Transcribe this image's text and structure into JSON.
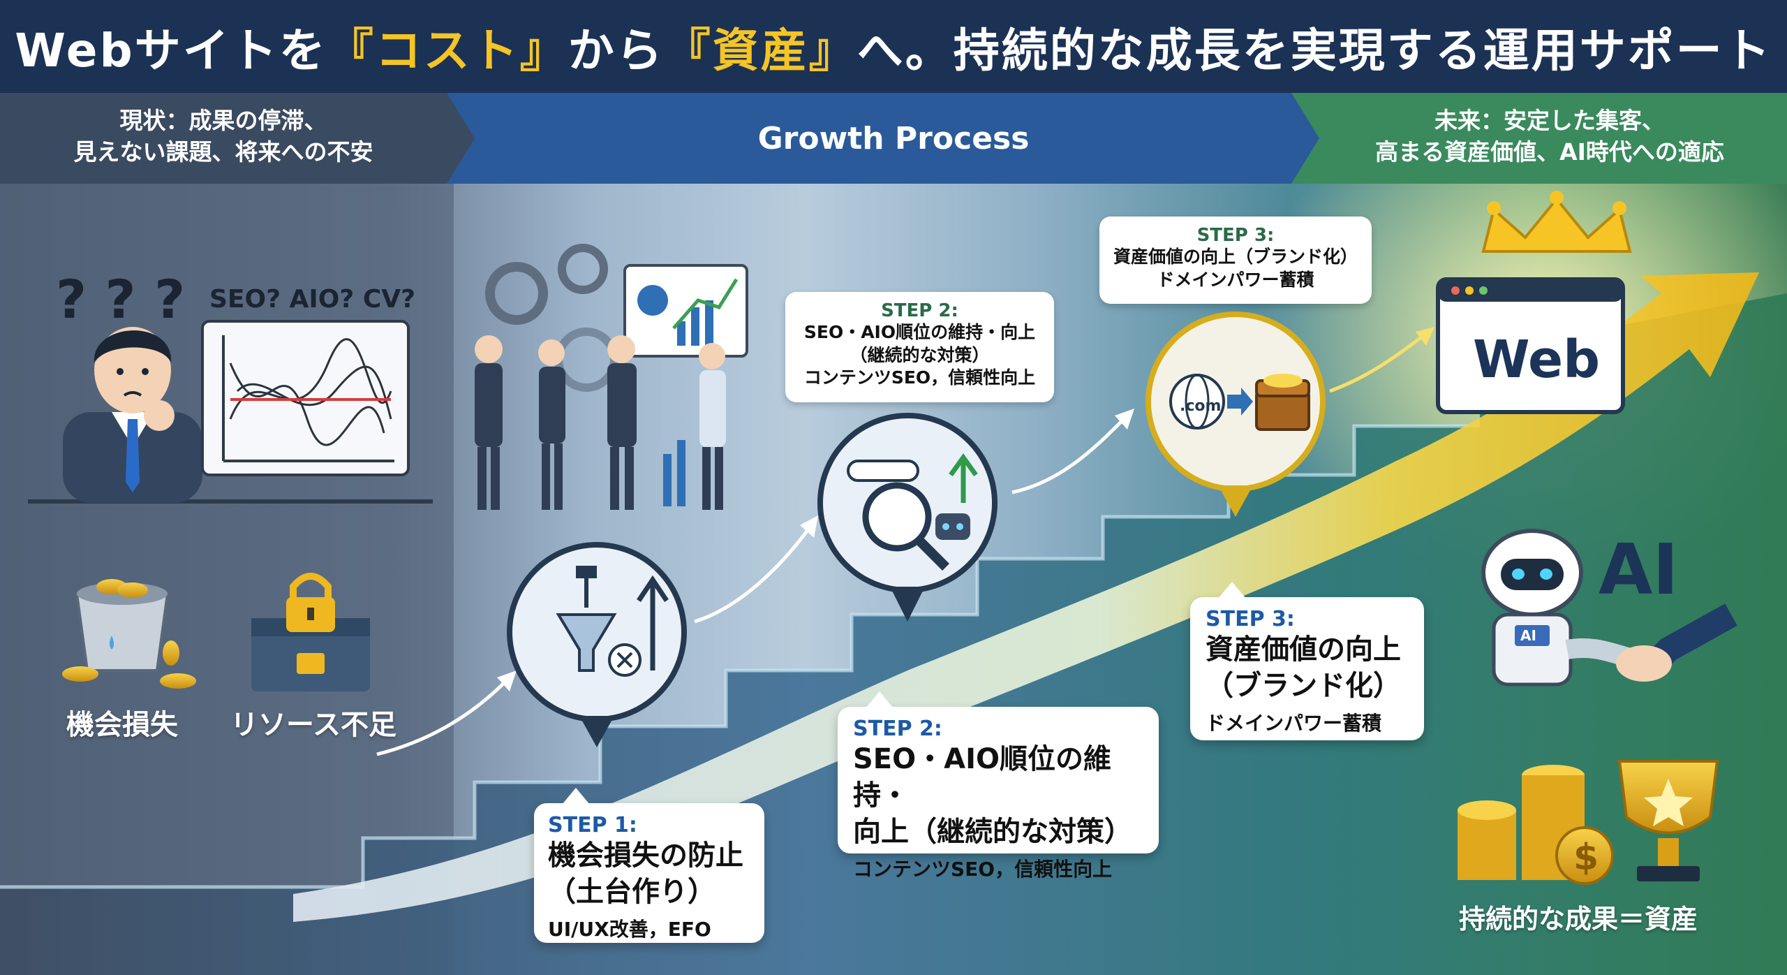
{
  "title": {
    "pre": "Webサイトを",
    "cost": "『コスト』",
    "mid": "から",
    "asset": "『資産』",
    "post": "へ。持続的な成長を実現する運用サポート"
  },
  "band": {
    "left": [
      "現状：成果の停滞、",
      "見えない課題、将来への不安"
    ],
    "middle": "Growth Process",
    "right": [
      "未来：安定した集客、",
      "高まる資産価値、AI時代への適応"
    ]
  },
  "left_panel": {
    "chart_label": "SEO? AIO? CV?",
    "question_marks": "? ? ?",
    "item1": "機会損失",
    "item2": "リソース不足"
  },
  "steps": {
    "step1": {
      "step": "STEP 1:",
      "title": [
        "機会損失の防止",
        "（土台作り）"
      ],
      "sub": "UI/UX改善，EFO"
    },
    "step2": {
      "step": "STEP 2:",
      "title": [
        "SEO・AIO順位の維持・",
        "向上（継続的な対策）"
      ],
      "sub": "コンテンツSEO，信頼性向上"
    },
    "step3": {
      "step": "STEP 3:",
      "title": [
        "資産価値の向上",
        "（ブランド化）"
      ],
      "sub": "ドメインパワー蓄積"
    }
  },
  "callouts": {
    "step2": {
      "step": "STEP 2:",
      "lines": [
        "SEO・AIO順位の維持・向上",
        "（継続的な対策）",
        "コンテンツSEO，信頼性向上"
      ]
    },
    "step3": {
      "step": "STEP 3:",
      "lines": [
        "資産価値の向上（ブランド化）",
        "ドメインパワー蓄積"
      ]
    }
  },
  "right_panel": {
    "web_label": "Web",
    "ai_label": "AI",
    "robot_badge": "AI",
    "domain_label": ".com",
    "dollar": "$",
    "footer": "持続的な成果＝資産"
  },
  "colors": {
    "title_bg": "#1b3255",
    "accent_yellow": "#f5c425",
    "step_blue": "#1c5aa6",
    "band_mid": "#2f6fb0",
    "band_right": "#3d8a5e"
  }
}
